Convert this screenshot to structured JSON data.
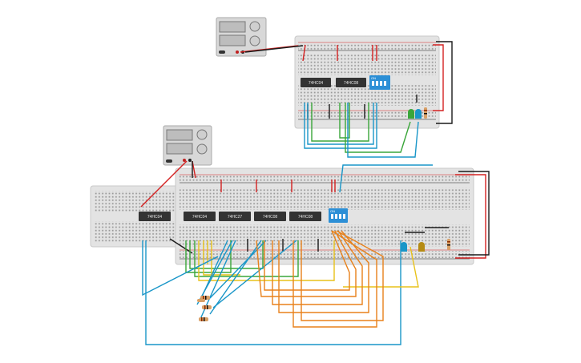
{
  "canvas": {
    "background": "#ffffff",
    "board_color": "#e3e3e3",
    "chip_color": "#333333"
  },
  "wire_colors": {
    "red": "#d42121",
    "black": "#1a1a1a",
    "blue": "#1996c8",
    "green": "#3aa63a",
    "yellow": "#e8c21a",
    "orange": "#e8811a"
  },
  "top_circuit": {
    "power_supply": {
      "icon": "power-supply-icon"
    },
    "chips": [
      {
        "label": "74HC04"
      },
      {
        "label": "74HC08"
      }
    ],
    "dip_switch": {
      "label": "ON",
      "numbers": "1 2 3 4"
    },
    "leds": [
      "green",
      "blue"
    ],
    "resistor": {
      "icon": "resistor-icon"
    }
  },
  "bottom_circuit": {
    "power_supply": {
      "icon": "power-supply-icon"
    },
    "left_board_chips": [
      {
        "label": "74HC04"
      }
    ],
    "chips": [
      {
        "label": "74HC04"
      },
      {
        "label": "74HC27"
      },
      {
        "label": "74HC08"
      },
      {
        "label": "74HC08"
      }
    ],
    "dip_switch": {
      "label": "ON",
      "numbers": "1 2 3 4"
    },
    "leds": [
      "blue",
      "yellow"
    ],
    "resistors": 4
  }
}
